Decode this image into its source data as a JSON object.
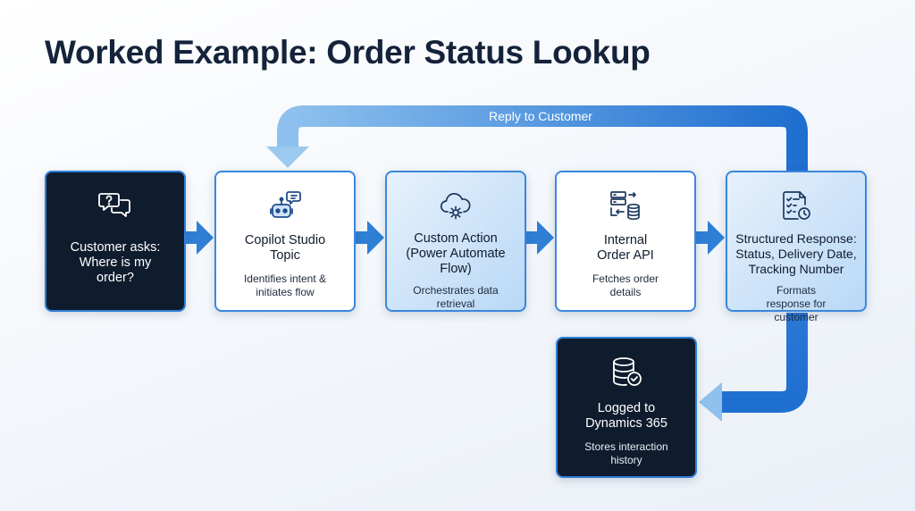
{
  "title": "Worked Example: Order Status Lookup",
  "loop_label": "Reply to Customer",
  "colors": {
    "accent": "#2f7fd6",
    "dark_card": "#0f1c2e",
    "light_card": "#ffffff",
    "blue_card": "#c5dff7"
  },
  "steps": [
    {
      "icon": "chat-question-icon",
      "title": "Customer asks: Where is my order?",
      "desc": ""
    },
    {
      "icon": "bot-icon",
      "title": "Copilot Studio Topic",
      "desc": "Identifies intent & initiates flow"
    },
    {
      "icon": "cloud-gear-icon",
      "title": "Custom Action (Power Automate Flow)",
      "desc": "Orchestrates data retrieval"
    },
    {
      "icon": "server-database-icon",
      "title": "Internal Order API",
      "desc": "Fetches order details"
    },
    {
      "icon": "checklist-clock-icon",
      "title": "Structured Response: Status, Delivery Date, Tracking Number",
      "desc": "Formats response for customer"
    },
    {
      "icon": "database-check-icon",
      "title": "Logged to Dynamics 365",
      "desc": "Stores interaction history"
    }
  ]
}
